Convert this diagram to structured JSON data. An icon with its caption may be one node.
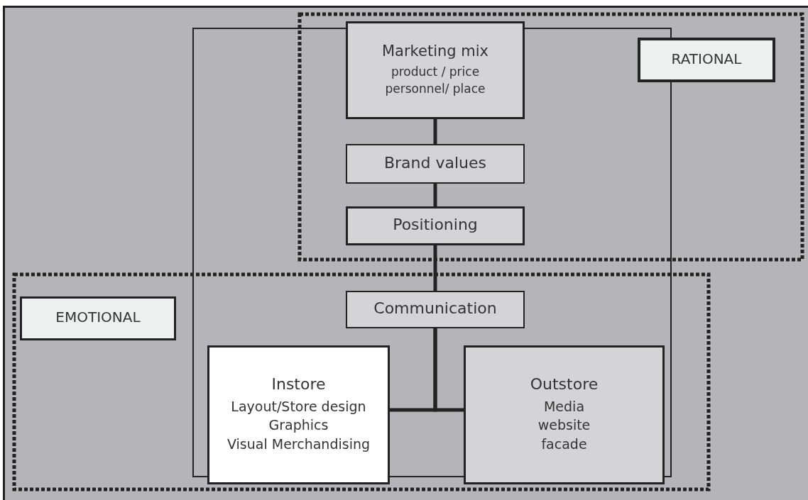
{
  "diagram": {
    "nodes": [
      {
        "text": [
          "RATIONAL"
        ]
      },
      {
        "text": [
          "Marketing mix",
          "product / price",
          "personnel/ place"
        ]
      },
      {
        "text": [
          "Brand values"
        ]
      },
      {
        "text": [
          "Positioning"
        ]
      },
      {
        "text": [
          "EMOTIONAL"
        ]
      },
      {
        "text": [
          "Communication"
        ]
      },
      {
        "text": [
          "Instore",
          "Layout/Store design",
          "Graphics",
          "Visual Merchandising"
        ]
      },
      {
        "text": [
          "Outstore",
          "Media",
          "website",
          "facade"
        ]
      }
    ],
    "edges": [
      {
        "from": 1,
        "to": 2,
        "arrow": "none"
      },
      {
        "from": 2,
        "to": 3,
        "arrow": "none"
      },
      {
        "from": 3,
        "to": 5,
        "arrow": "none"
      },
      {
        "from": 5,
        "to": 6,
        "arrow": "none"
      },
      {
        "from": 5,
        "to": 7,
        "arrow": "none"
      }
    ]
  }
}
